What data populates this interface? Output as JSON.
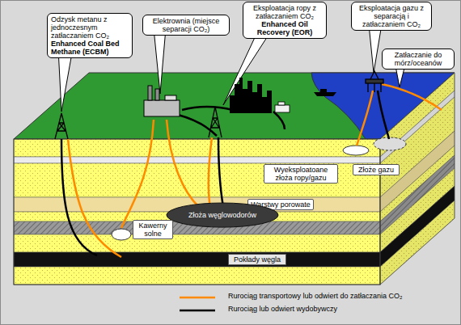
{
  "diagram": {
    "nodes": [
      {
        "text": [
          "Odzysk metanu z jednoczesnym zatłaczaniem CO₂",
          "Enhanced Coal Bed Methane (ECBM)"
        ]
      },
      {
        "text": [
          "Elektrownia (miejsce separacji CO₂)"
        ]
      },
      {
        "text": [
          "Eksploatacja ropy z zatłaczaniem CO₂",
          "Enhanced Oil Recovery (EOR)"
        ]
      },
      {
        "text": [
          "Eksploatacja gazu z separacją i zatłaczaniem CO₂"
        ]
      },
      {
        "text": [
          "Zatłaczanie do mórz/oceanów"
        ]
      },
      {
        "text": [
          "Wyeksploatoane złoża ropy/gazu"
        ]
      },
      {
        "text": [
          "Złoże gazu"
        ]
      },
      {
        "text": [
          "Warstwy porowate"
        ]
      },
      {
        "text": [
          "Złoża węglowodorów"
        ]
      },
      {
        "text": [
          "Kawerny solne"
        ]
      },
      {
        "text": [
          "Pokłady węgla"
        ]
      }
    ],
    "legend": [
      {
        "text": "Rurociąg transportowy lub odwiert do zatłaczania CO₂"
      },
      {
        "text": "Rurociąg lub odwiert wydobywczy"
      }
    ]
  }
}
